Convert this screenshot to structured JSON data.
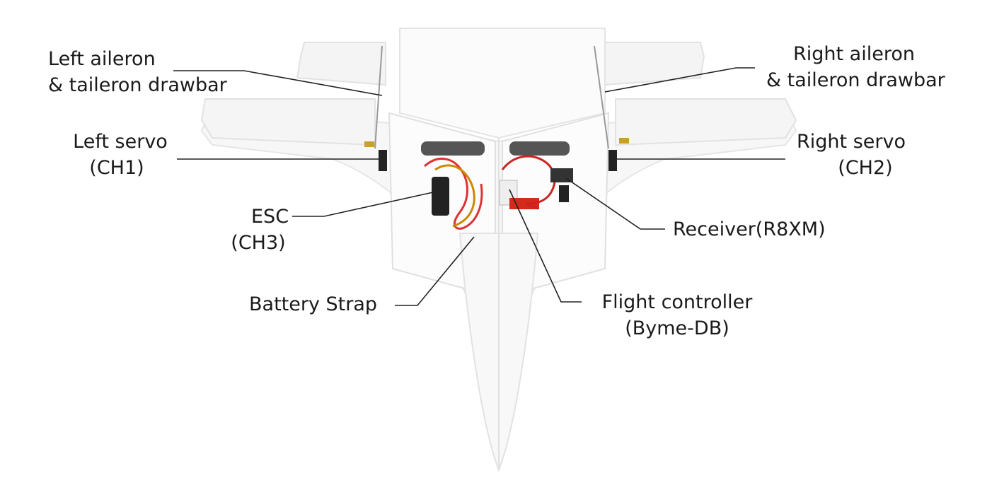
{
  "labels": {
    "left_aileron": [
      "Left aileron",
      "& taileron drawbar"
    ],
    "right_aileron": [
      "Right aileron",
      "& taileron drawbar"
    ],
    "left_servo": [
      "Left servo",
      "(CH1)"
    ],
    "right_servo": [
      "Right servo",
      "(CH2)"
    ],
    "esc": [
      "ESC",
      "(CH3)"
    ],
    "receiver": [
      "Receiver(R8XM)"
    ],
    "battery_strap": [
      "Battery Strap"
    ],
    "flight_controller": [
      "Flight controller",
      "(Byme-DB)"
    ]
  },
  "colors": {
    "text": "#1a1a1a",
    "line": "#222222",
    "foam": "#f6f6f6",
    "outline": "#e2e2e2"
  }
}
